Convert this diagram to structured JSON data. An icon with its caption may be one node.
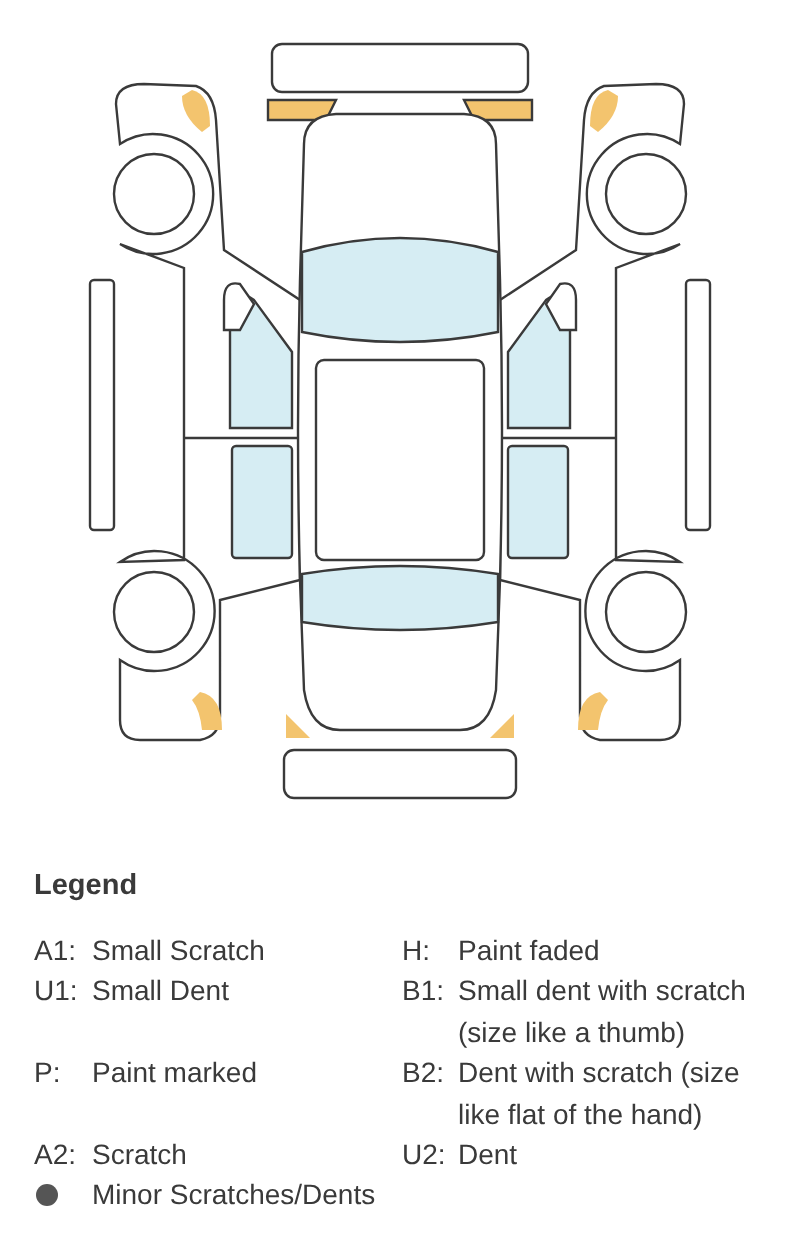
{
  "diagram": {
    "labels": [
      "Legend",
      "A1:",
      "Small Scratch",
      "H:",
      "Paint faded",
      "U1:",
      "Small Dent",
      "B1:",
      "Small dent with scratch (size like a thumb)",
      "P:",
      "Paint marked",
      "B2:",
      "Dent with scratch (size like flat of the hand)",
      "A2:",
      "Scratch",
      "U2:",
      "Dent"
    ],
    "legend": [
      {
        "text": "Minor Scratches/Dents",
        "color": "#555555"
      }
    ]
  }
}
